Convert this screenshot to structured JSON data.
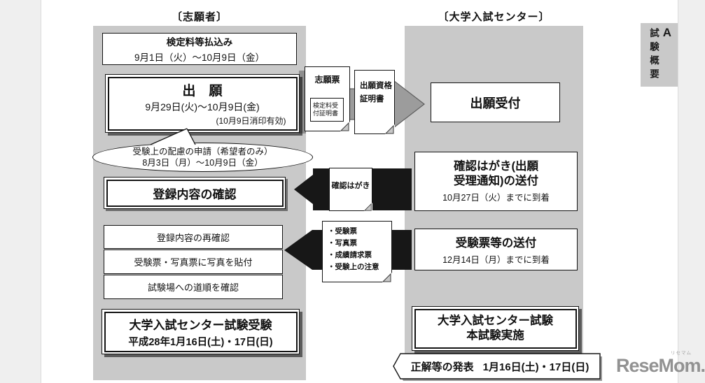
{
  "headers": {
    "applicant": "〔志願者〕",
    "center": "〔大学入試センター〕"
  },
  "applicant": {
    "payment": {
      "title": "検定料等払込み",
      "period": "9月1日（火）〜10月9日（金）"
    },
    "application": {
      "title": "出　願",
      "period": "9月29日(火)〜10月9日(金)",
      "postmark_note": "(10月9日消印有効)"
    },
    "consideration": {
      "line1": "受験上の配慮の申請（希望者のみ）",
      "line2": "8月3日（月）〜10月9日（金）"
    },
    "confirm": "登録内容の確認",
    "recheck": "登録内容の再確認",
    "photo": "受験票・写真票に写真を貼付",
    "route": "試験場への道順を確認",
    "exam": {
      "title": "大学入試センター試験受験",
      "date": "平成28年1月16日(土)・17日(日)"
    }
  },
  "center": {
    "reception": "出願受付",
    "postcard": {
      "line1": "確認はがき(出願",
      "line2": "受理通知)の送付",
      "arrival": "10月27日（火）までに到着"
    },
    "tickets": {
      "title": "受験票等の送付",
      "arrival": "12月14日（月）までに到着"
    },
    "exam": {
      "line1": "大学入試センター試験",
      "line2": "本試験実施"
    },
    "answers": {
      "label": "正解等の発表",
      "date": "1月16日(土)・17日(日)"
    }
  },
  "documents": {
    "application_form": {
      "title": "志願票",
      "attachment": "検定料受付証明書"
    },
    "qualification": {
      "line1": "出願資格",
      "line2": "証明書"
    },
    "confirm_postcard": "確認はがき",
    "enclosures": {
      "bullet": "・",
      "items": [
        "受験票",
        "写真票",
        "成績請求票",
        "受験上の注意"
      ]
    }
  },
  "side_tab": {
    "kanji": "試験概要",
    "letter": "A"
  },
  "logo": {
    "text": "ReseMom.",
    "ruby": "リセマム"
  },
  "colors": {
    "panel_gray": "#c9c9c9",
    "margin_gray": "#efefef",
    "arrow_black": "#171717",
    "arrow_gray": "#9c9c9c",
    "logo_gray": "#929292"
  }
}
